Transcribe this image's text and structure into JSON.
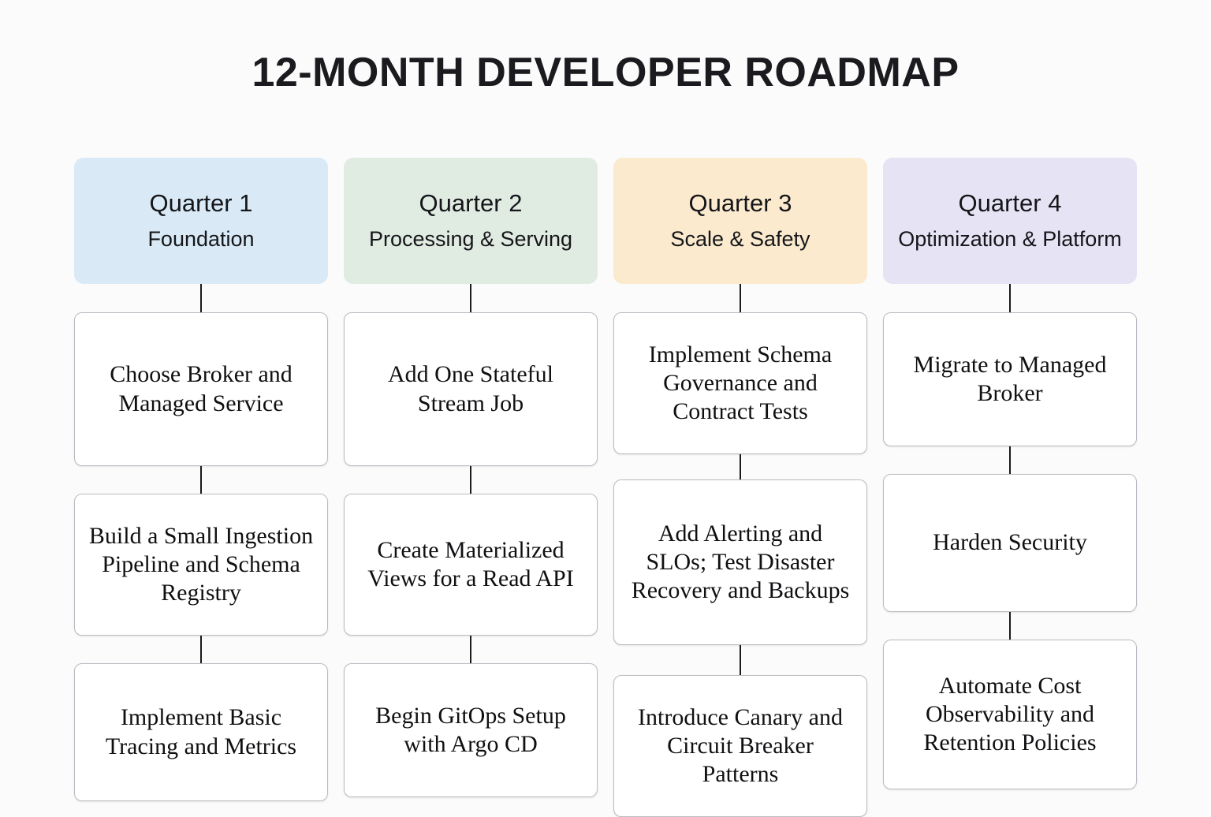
{
  "title": "12-Month Developer Roadmap",
  "colors": {
    "background": "#fbfbfc",
    "title_text": "#1b1b1f",
    "card_border": "#b9bcc2",
    "card_background": "#ffffff",
    "connector": "#1a1a1a",
    "quarter1_header": "#d9eaf6",
    "quarter2_header": "#e0ebe2",
    "quarter3_header": "#fbeacd",
    "quarter4_header": "#e6e4f4"
  },
  "columns": [
    {
      "title": "Quarter 1",
      "subtitle": "Foundation",
      "header_color": "#d9eaf6",
      "tasks": [
        {
          "label": "Choose Broker and Managed Service"
        },
        {
          "label": "Build a Small Ingestion Pipeline and Schema Registry"
        },
        {
          "label": "Implement Basic Tracing and Metrics"
        }
      ]
    },
    {
      "title": "Quarter 2",
      "subtitle": "Processing & Serving",
      "header_color": "#e0ebe2",
      "tasks": [
        {
          "label": "Add One Stateful Stream Job"
        },
        {
          "label": "Create Materialized Views for a Read API"
        },
        {
          "label": "Begin GitOps Setup with Argo CD"
        }
      ]
    },
    {
      "title": "Quarter 3",
      "subtitle": "Scale & Safety",
      "header_color": "#fbeacd",
      "tasks": [
        {
          "label": "Implement Schema Governance and Contract Tests"
        },
        {
          "label": "Add Alerting and SLOs; Test Disaster Recovery and Backups"
        },
        {
          "label": "Introduce Canary and Circuit Breaker Patterns"
        }
      ]
    },
    {
      "title": "Quarter 4",
      "subtitle": "Optimization & Platform",
      "header_color": "#e6e4f4",
      "tasks": [
        {
          "label": "Migrate to Managed Broker"
        },
        {
          "label": "Harden Security"
        },
        {
          "label": "Automate Cost Observability and Retention Policies"
        }
      ]
    }
  ],
  "layout": {
    "column_card_heights": [
      [
        195,
        180,
        175
      ],
      [
        195,
        180,
        170
      ],
      [
        180,
        210,
        180
      ],
      [
        170,
        175,
        190
      ]
    ],
    "column_connector_heights": [
      [
        36,
        35,
        35
      ],
      [
        36,
        35,
        35
      ],
      [
        36,
        32,
        38
      ],
      [
        36,
        35,
        35
      ]
    ]
  }
}
